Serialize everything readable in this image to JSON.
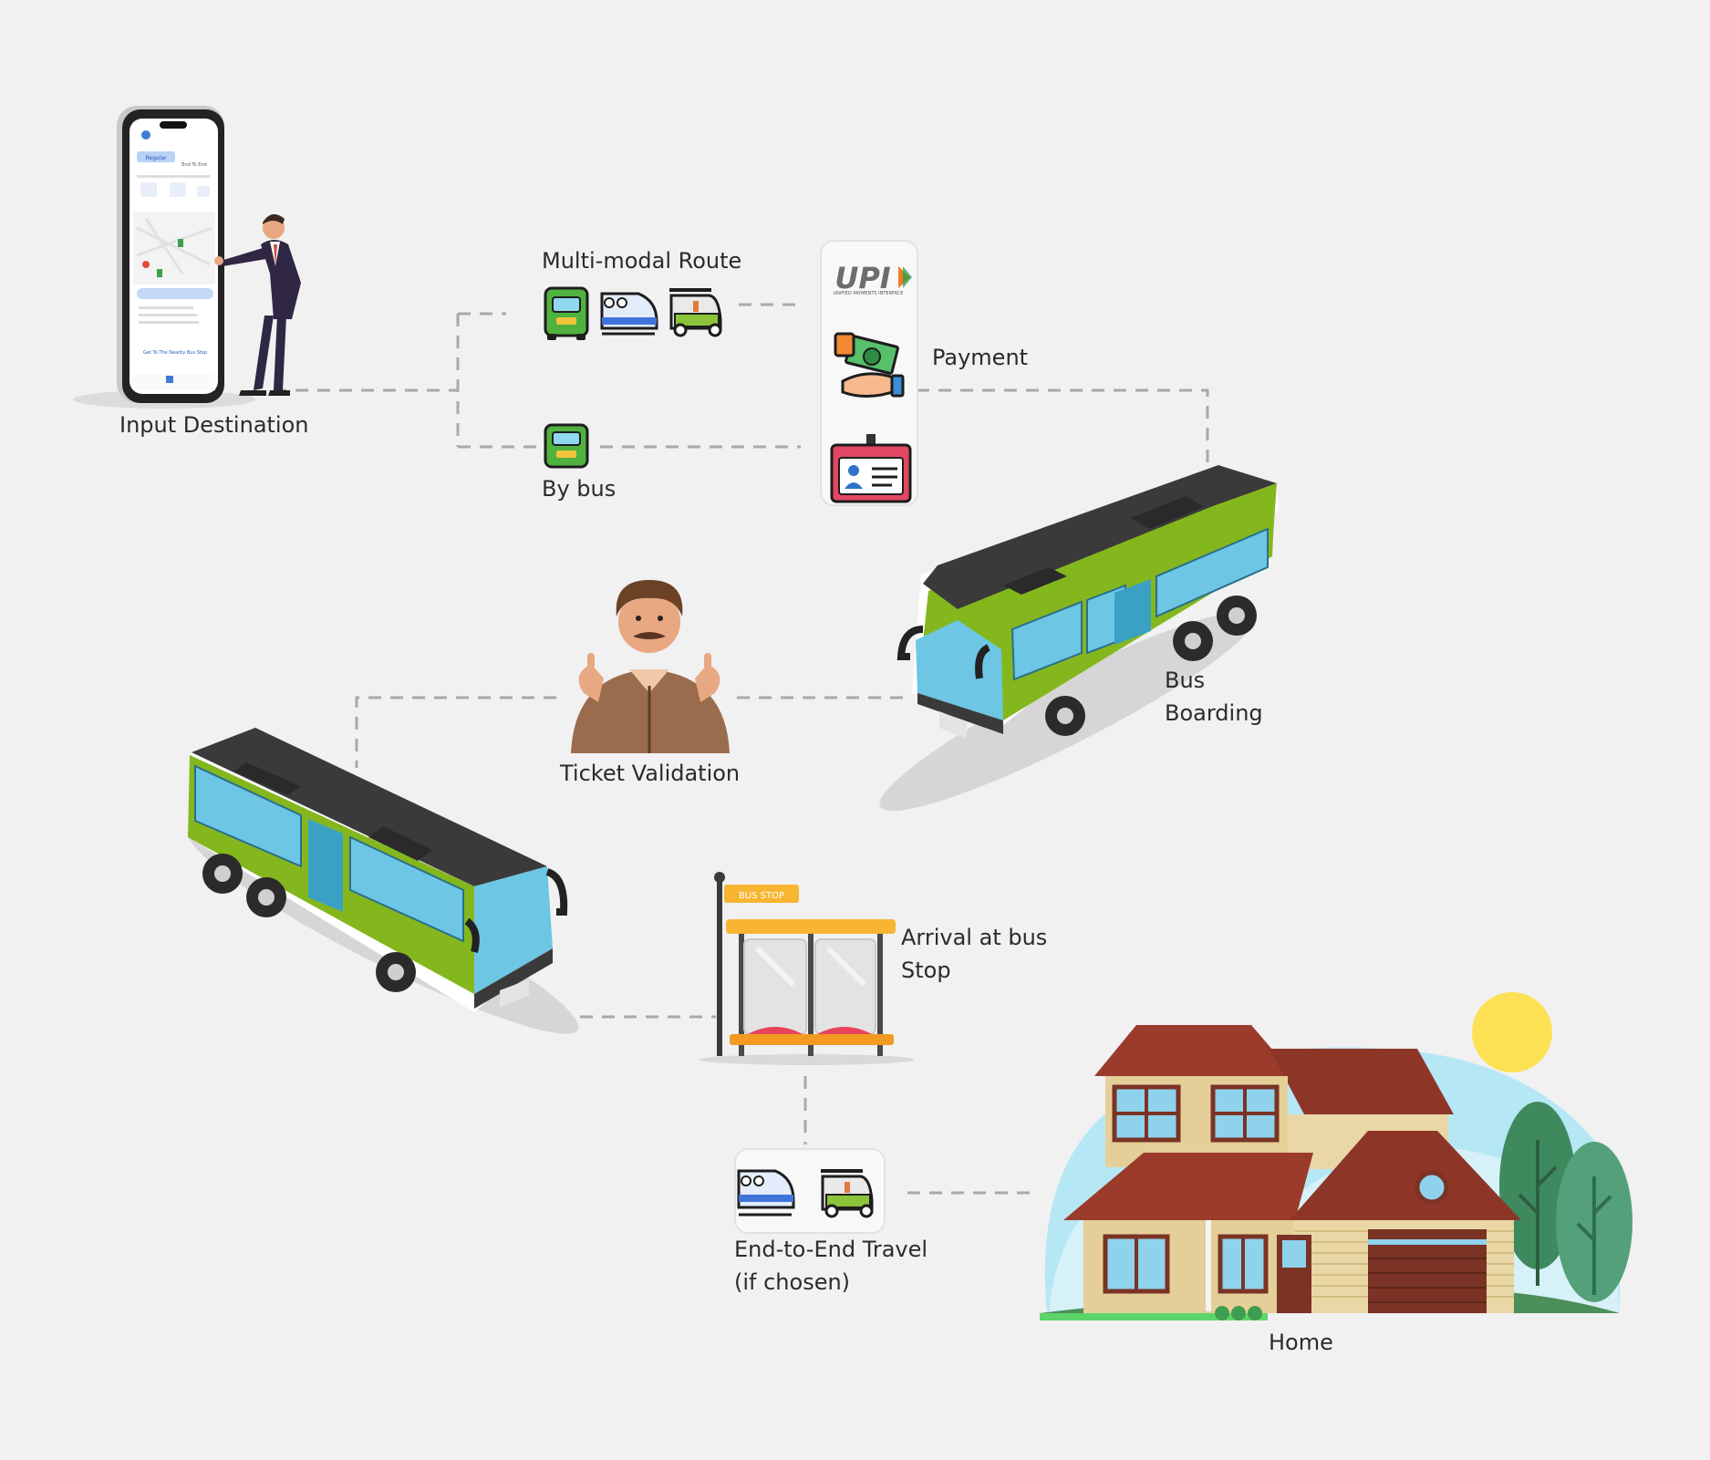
{
  "steps": {
    "input_destination": "Input Destination",
    "multi_modal_route": "Multi-modal Route",
    "by_bus": "By bus",
    "payment": "Payment",
    "bus_boarding_line1": "Bus",
    "bus_boarding_line2": "Boarding",
    "ticket_validation": "Ticket Validation",
    "arrival_line1": "Arrival at bus",
    "arrival_line2": "Stop",
    "end_to_end_line1": "End-to-End Travel",
    "end_to_end_line2": "(if chosen)",
    "home": "Home"
  },
  "signs": {
    "bus_stop": "BUS STOP",
    "upi": "UPI",
    "upi_sub": "UNIFIED PAYMENTS INTERFACE"
  },
  "phone_ui": {
    "tab_regular": "Regular",
    "tab_end_to_end": "End To End",
    "cta": "Get To The Nearby Bus Stop"
  },
  "icons": [
    "smartphone-icon",
    "businessman-icon",
    "bus-icon",
    "train-icon",
    "auto-rickshaw-icon",
    "upi-logo-icon",
    "cash-payment-icon",
    "id-card-icon",
    "man-thumbs-up-icon",
    "bus-stop-icon",
    "house-icon",
    "sun-icon",
    "tree-icon"
  ],
  "colors": {
    "background": "#f1f1f1",
    "connector": "#a9a9a9",
    "bus_green": "#7fb21f",
    "bus_roof": "#3a3a3a",
    "bus_window": "#6cc6e4",
    "house_wall": "#e4cf98",
    "house_roof": "#9b3b2b",
    "sun": "#fde154",
    "stop_yellow": "#f7b531"
  }
}
